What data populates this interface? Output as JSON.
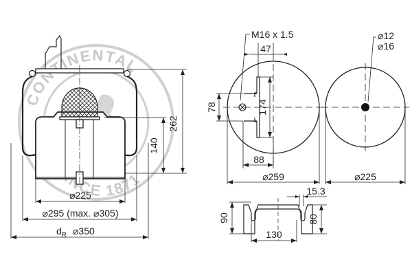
{
  "watermark": {
    "top_text": "CONTINENTAL",
    "bottom_text": "SINCE 1871",
    "color": "#c8c8c8"
  },
  "side_view": {
    "height_total": "262",
    "height_piston": "140",
    "dia_piston": "⌀225",
    "dia_bellow": "⌀295 (max. ⌀305)",
    "dia_roll_prefix": "d",
    "dia_roll_sub": "R",
    "dia_roll": "⌀350"
  },
  "top_plate_view": {
    "thread": "M16 x 1.5",
    "offset_top": "47",
    "stud_height": "174",
    "stud_offset": "78",
    "offset_bottom": "88",
    "diameter": "⌀259"
  },
  "bottom_plate_view": {
    "hole_1": "⌀12",
    "hole_2": "⌀16",
    "diameter": "⌀225"
  },
  "bracket_view": {
    "slot_width": "15.3",
    "height_outer": "90",
    "height_inner": "80",
    "width": "130"
  }
}
